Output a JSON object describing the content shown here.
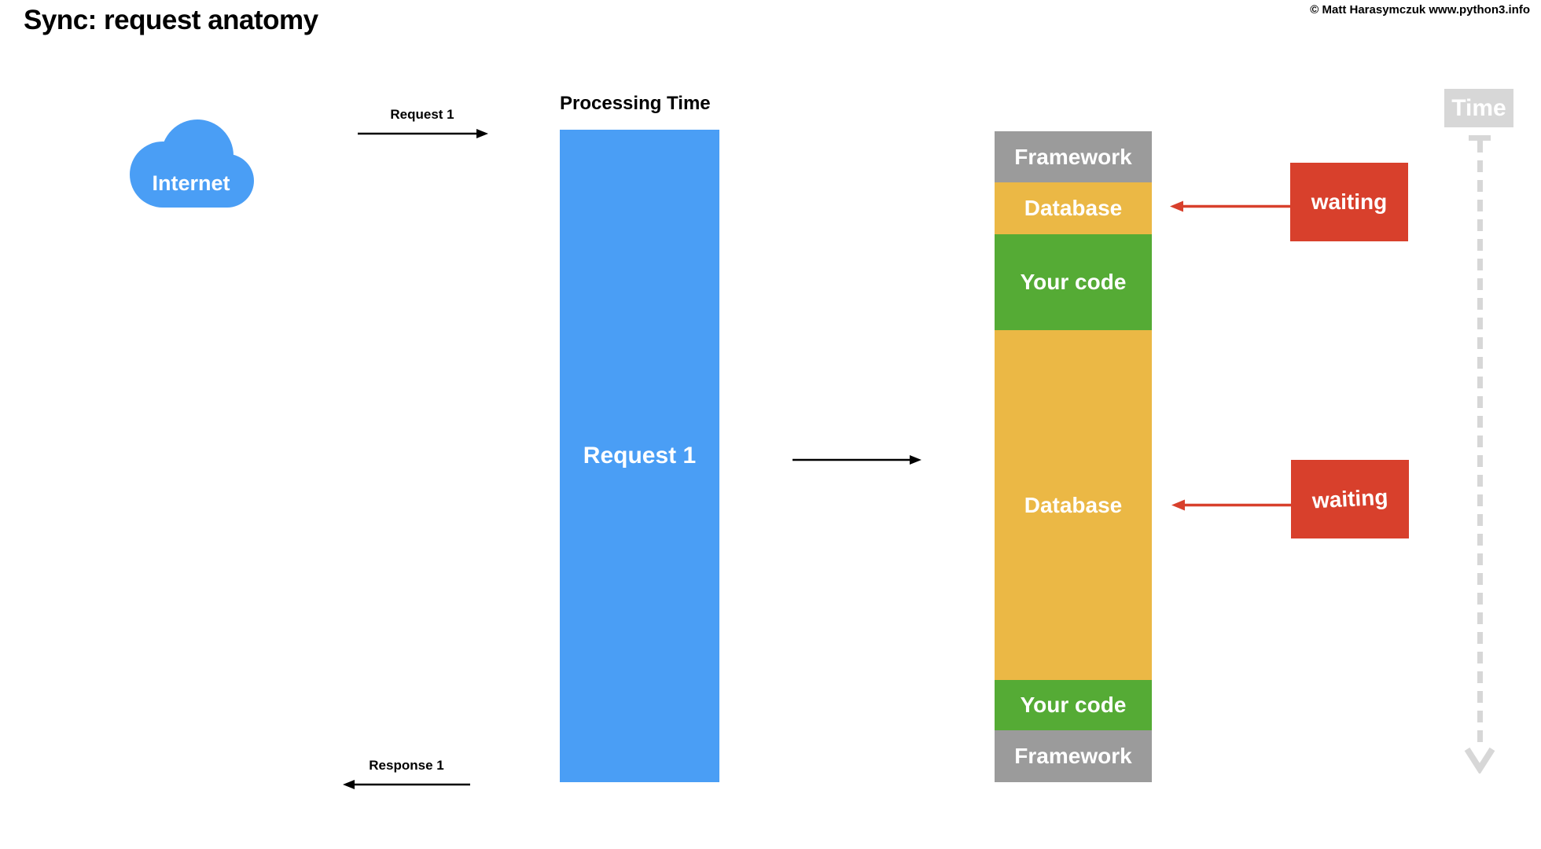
{
  "slide": {
    "title": "Sync: request anatomy",
    "copyright": "© Matt Harasymczuk www.python3.info"
  },
  "client": {
    "label": "Internet",
    "color": "#4A9EF5"
  },
  "request_flow": {
    "request_label": "Request 1",
    "response_label": "Response 1"
  },
  "processing": {
    "heading": "Processing Time",
    "bar_label": "Request 1",
    "bar_color": "#4A9EF5"
  },
  "stack": {
    "segments": [
      {
        "label": "Framework",
        "color": "#9B9B9B"
      },
      {
        "label": "Database",
        "color": "#EBB845"
      },
      {
        "label": "Your code",
        "color": "#55AB35"
      },
      {
        "label": "Database",
        "color": "#EBB845"
      },
      {
        "label": "Your code",
        "color": "#55AB35"
      },
      {
        "label": "Framework",
        "color": "#9B9B9B"
      }
    ]
  },
  "waiting": {
    "top_label": "waiting",
    "bottom_label": "waiting",
    "color": "#D8402C"
  },
  "timeline": {
    "label": "Time",
    "color": "#D7D7D7"
  }
}
